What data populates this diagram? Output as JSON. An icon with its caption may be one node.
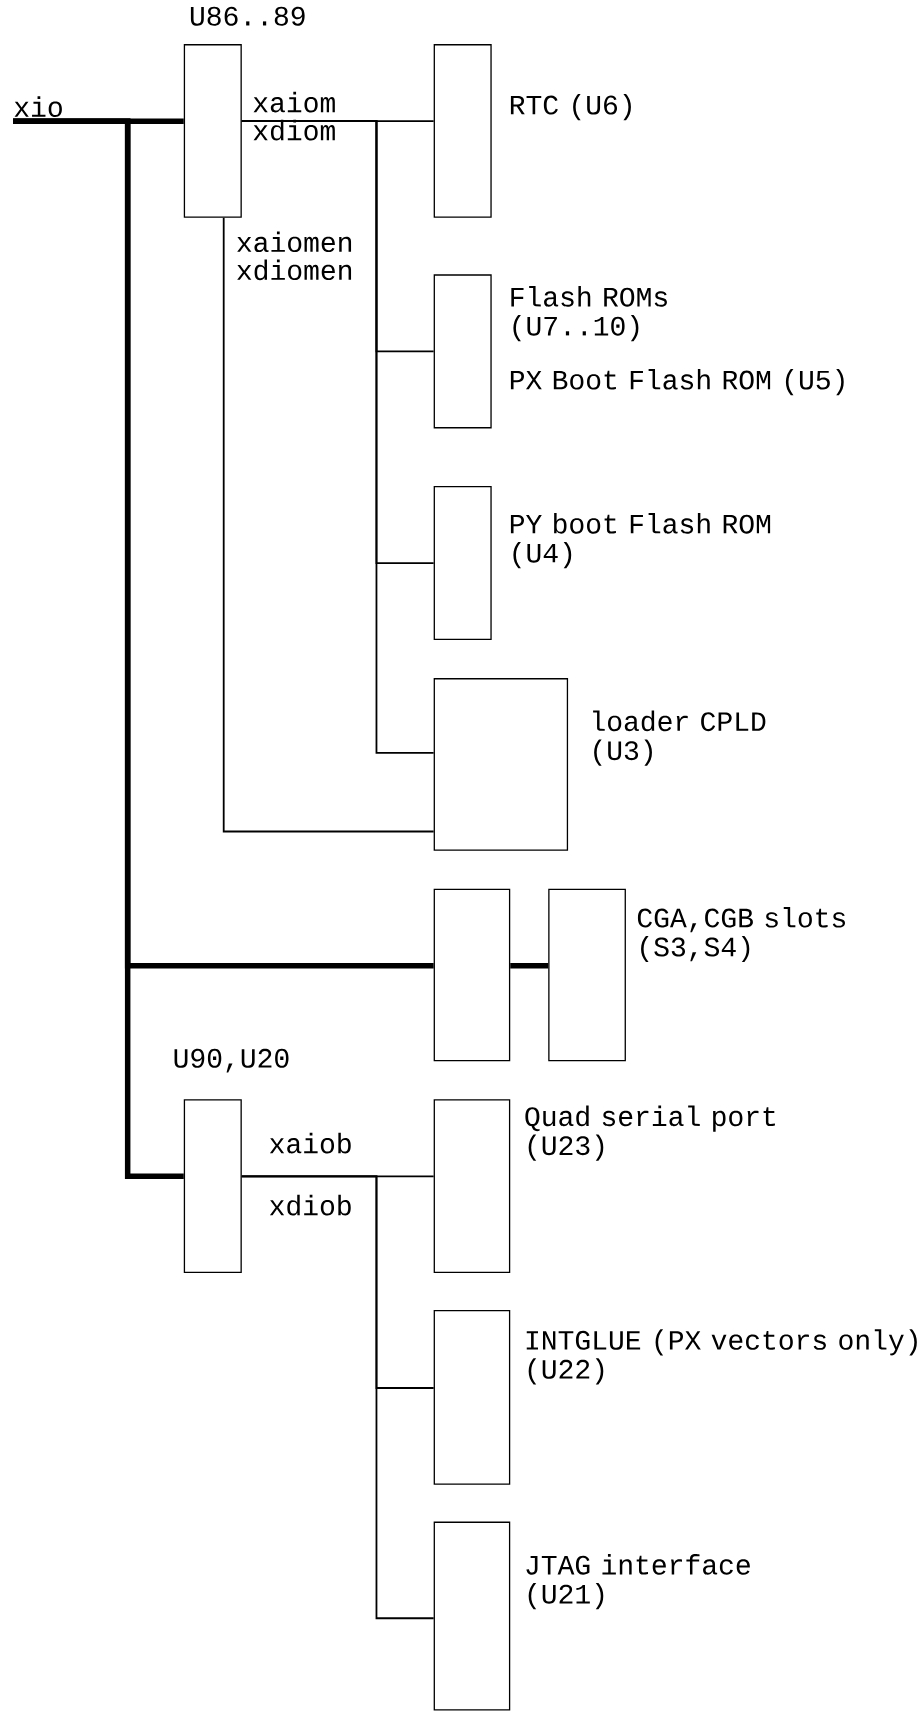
{
  "diagram": {
    "nodes": [
      {
        "text": [
          "xio"
        ]
      },
      {
        "text": [],
        "shape": "box",
        "beside": [
          "U86..89"
        ]
      },
      {
        "text": [],
        "shape": "box",
        "beside": [
          "RTC (U6)"
        ]
      },
      {
        "text": [],
        "shape": "box",
        "beside": [
          "Flash ROMs (U7..10)",
          "PX Boot Flash ROM (U5)"
        ]
      },
      {
        "text": [],
        "shape": "box",
        "beside": [
          "PY boot Flash ROM (U4)"
        ]
      },
      {
        "text": [],
        "shape": "box",
        "beside": [
          "loader CPLD (U3)"
        ]
      },
      {
        "text": [],
        "shape": "box"
      },
      {
        "text": [],
        "shape": "box",
        "beside": [
          "CGA,CGB slots (S3,S4)"
        ]
      },
      {
        "text": [],
        "shape": "box",
        "beside": [
          "U90,U20"
        ]
      },
      {
        "text": [],
        "shape": "box",
        "beside": [
          "Quad serial port (U23)"
        ]
      },
      {
        "text": [],
        "shape": "box",
        "beside": [
          "INTGLUE (PX vectors only) (U22)"
        ]
      },
      {
        "text": [],
        "shape": "box",
        "beside": [
          "JTAG interface (U21)"
        ]
      }
    ],
    "edges": [
      {
        "from": 0,
        "to": 1,
        "arrow": "none",
        "style": "thick"
      },
      {
        "from": 0,
        "to": 6,
        "arrow": "none",
        "style": "thick"
      },
      {
        "from": 0,
        "to": 8,
        "arrow": "none",
        "style": "thick"
      },
      {
        "from": 6,
        "to": 7,
        "arrow": "none",
        "style": "thick"
      },
      {
        "from": 1,
        "to": 2,
        "arrow": "none",
        "label": "xaiom xdiom"
      },
      {
        "from": 1,
        "to": 3,
        "arrow": "none"
      },
      {
        "from": 1,
        "to": 4,
        "arrow": "none"
      },
      {
        "from": 1,
        "to": 5,
        "arrow": "none"
      },
      {
        "from": 1,
        "to": 5,
        "arrow": "none",
        "label": "xaiomen xdiomen"
      },
      {
        "from": 8,
        "to": 9,
        "arrow": "none",
        "label": "xaiob xdiob"
      },
      {
        "from": 8,
        "to": 10,
        "arrow": "none"
      },
      {
        "from": 8,
        "to": 11,
        "arrow": "none"
      }
    ]
  }
}
